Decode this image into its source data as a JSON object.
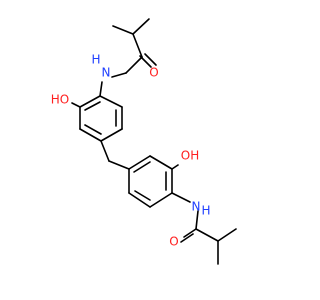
{
  "molecule": {
    "labels": {
      "nh_top": "H",
      "n_top": "N",
      "o_top": "O",
      "oh_top": "HO",
      "oh_bottom": "OH",
      "nh_bottom": "H",
      "n_bottom": "N",
      "o_bottom": "O"
    },
    "colors": {
      "bond": "#000000",
      "nitrogen": "#1f3fff",
      "oxygen": "#ff1f1f"
    }
  }
}
